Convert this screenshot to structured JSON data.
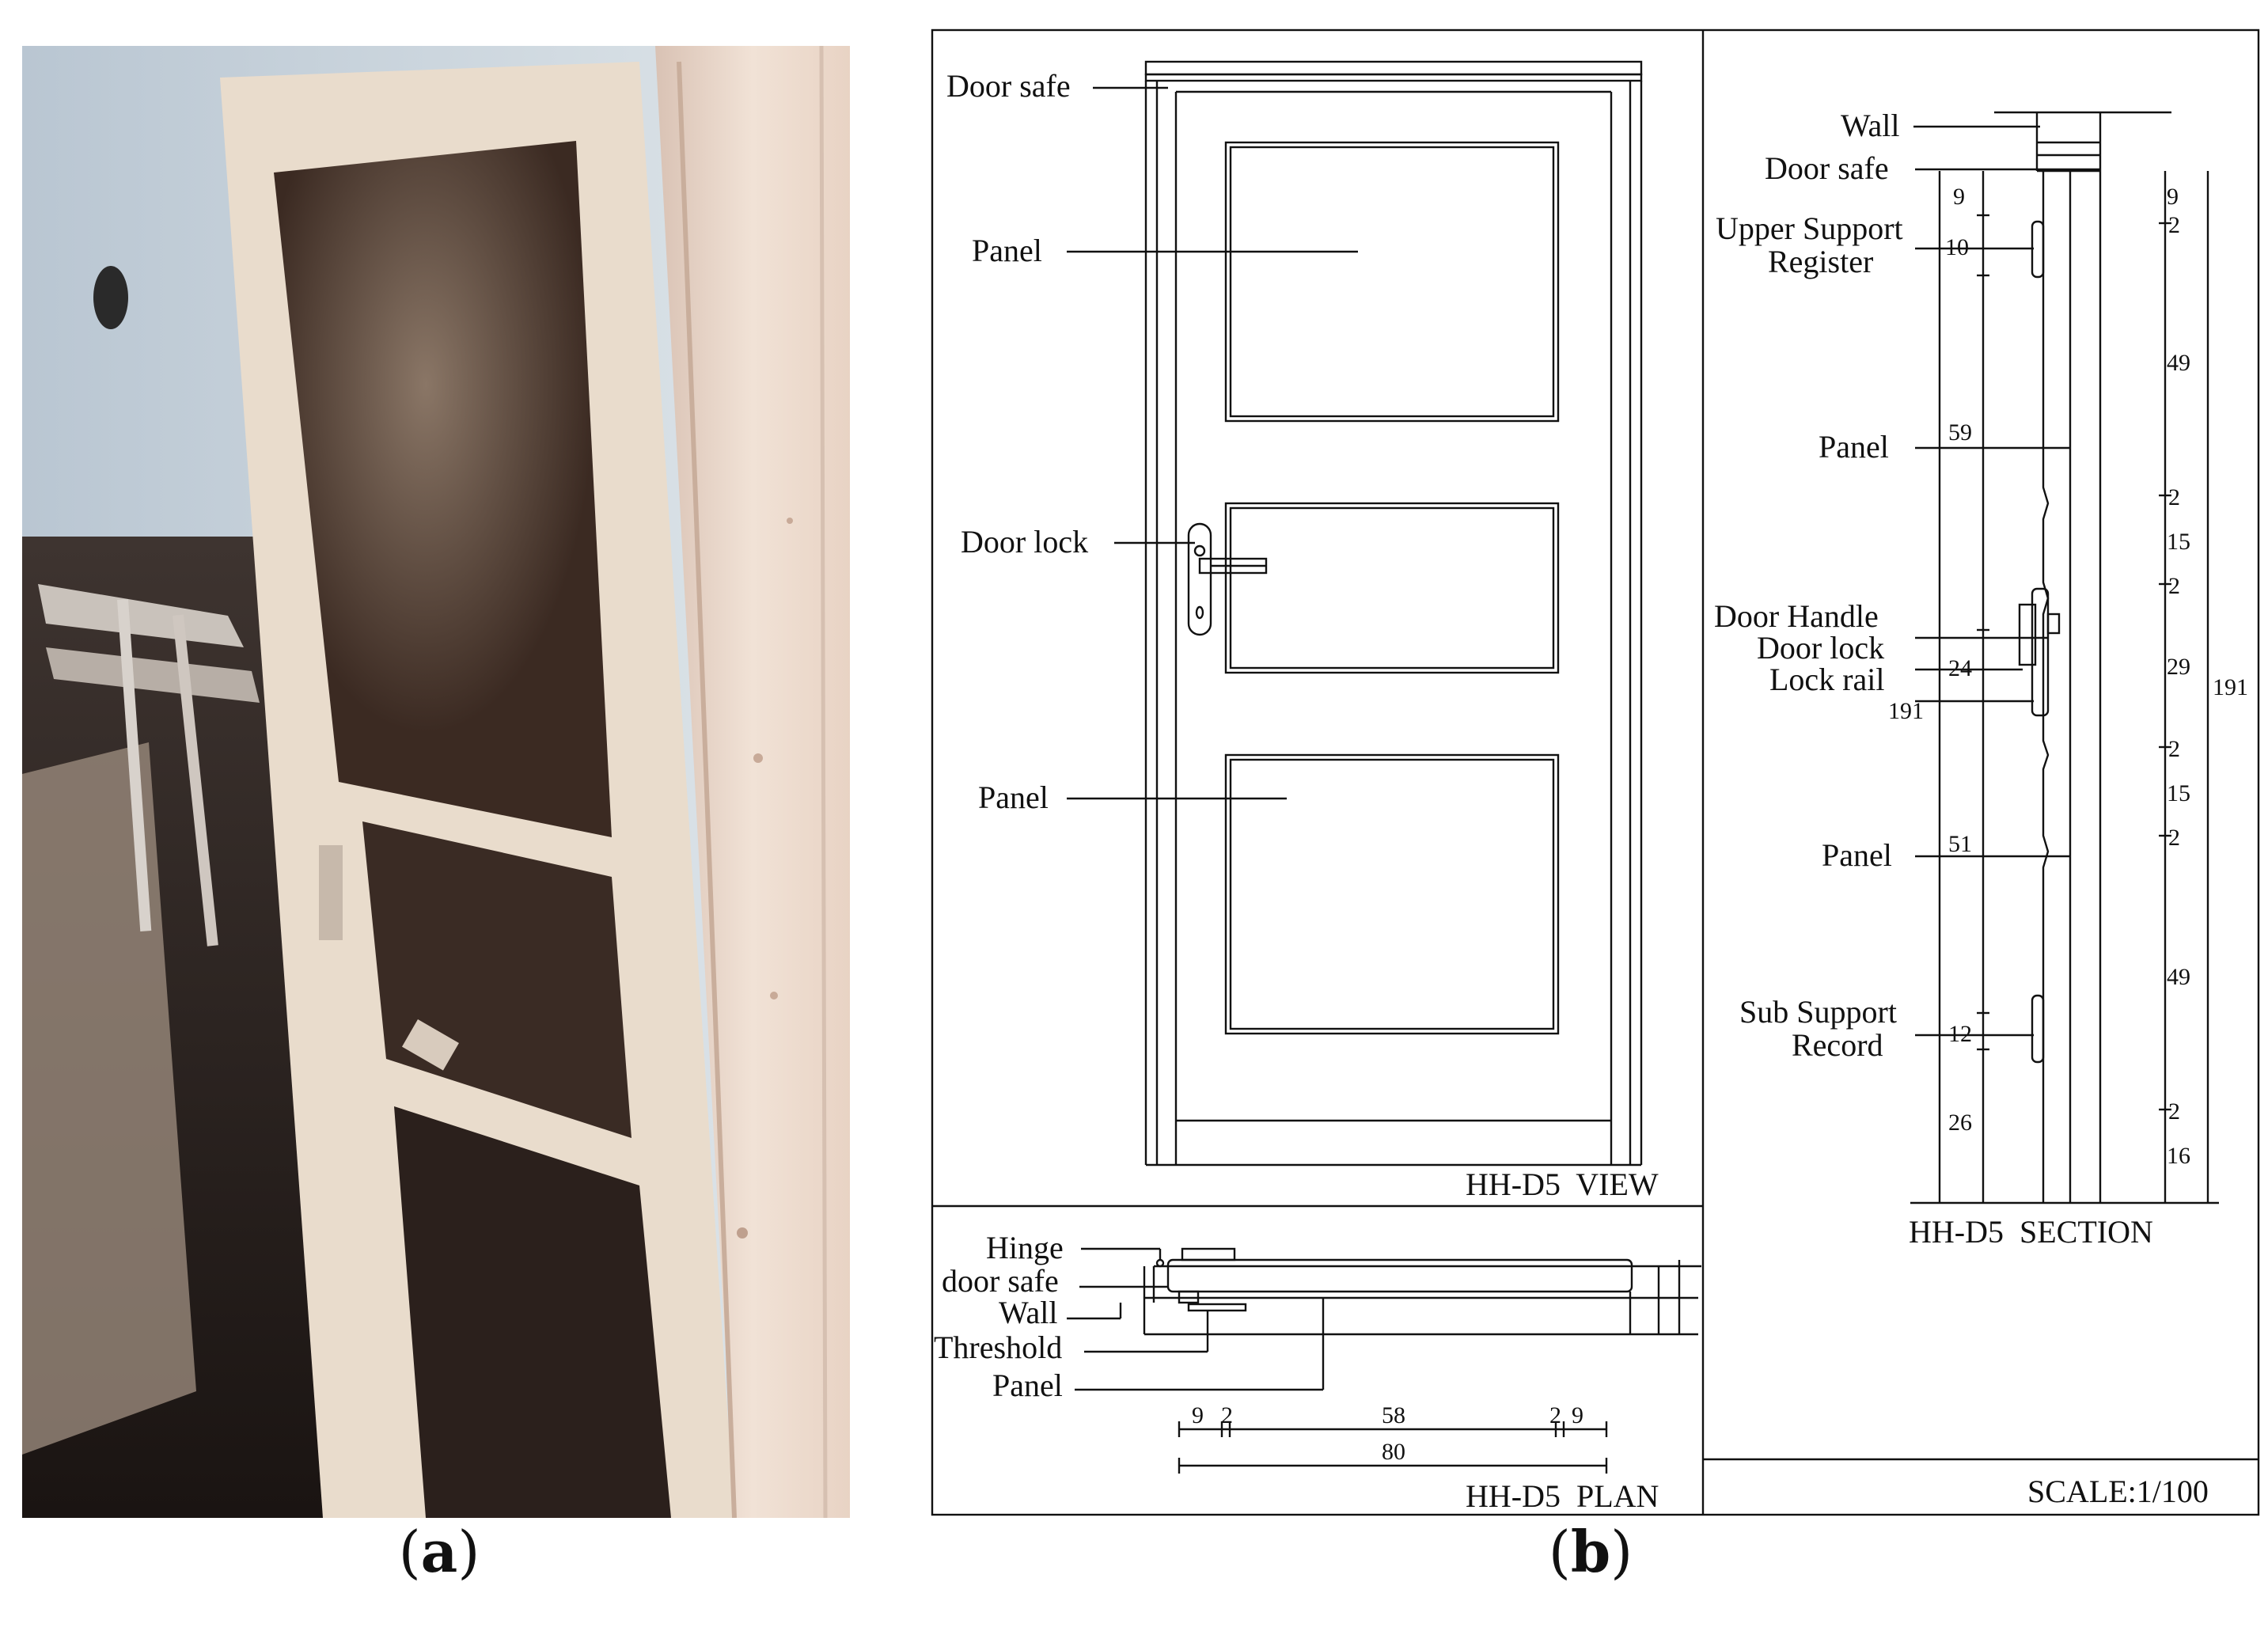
{
  "captions": {
    "a": "a",
    "b": "b"
  },
  "view": {
    "title": "HH-D5  VIEW",
    "labels": {
      "door_safe": "Door safe",
      "panel_top": "Panel",
      "door_lock": "Door lock",
      "panel_bottom": "Panel"
    }
  },
  "plan": {
    "title": "HH-D5  PLAN",
    "labels": {
      "hinge": "Hinge",
      "door_safe": "door safe",
      "wall": "Wall",
      "threshold": "Threshold",
      "panel": "Panel"
    },
    "dims": {
      "d1": "9",
      "d2": "2",
      "d3": "58",
      "d4": "2",
      "d5": "9",
      "total": "80"
    }
  },
  "section": {
    "title": "HH-D5  SECTION",
    "labels": {
      "wall": "Wall",
      "door_safe": "Door safe",
      "upper_support_1": "Upper Support",
      "upper_support_2": "Register",
      "panel_1": "Panel",
      "door_handle": "Door Handle",
      "door_lock": "Door lock",
      "lock_rail": "Lock rail",
      "panel_2": "Panel",
      "sub_support_1": "Sub Support",
      "sub_support_2": "Record"
    },
    "inner_dims": {
      "d9": "9",
      "d10": "10",
      "d59": "59",
      "d24": "24",
      "d191": "191",
      "d51": "51",
      "d12": "12",
      "d26": "26"
    },
    "outer_dims": {
      "d9": "9",
      "d2a": "2",
      "d49a": "49",
      "d2b": "2",
      "d15a": "15",
      "d2c": "2",
      "d29": "29",
      "d2d": "2",
      "d15b": "15",
      "d2e": "2",
      "d49b": "49",
      "d2f": "2",
      "d16": "16",
      "total": "191"
    }
  },
  "scale": "SCALE:1/100"
}
